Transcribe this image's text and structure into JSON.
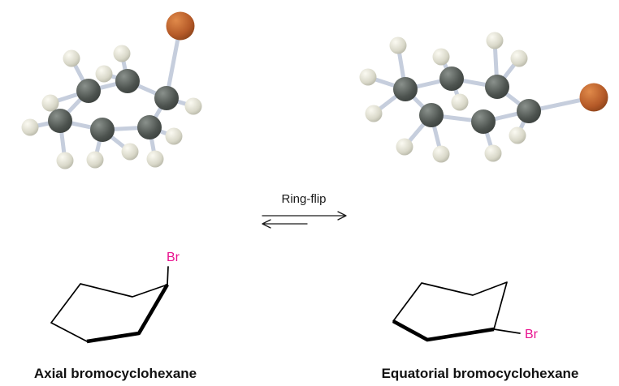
{
  "figure": {
    "ring_flip_label": "Ring-flip",
    "left_molecule": {
      "caption": "Axial bromocyclohexane",
      "substituent_label": "Br",
      "conformation": "axial"
    },
    "right_molecule": {
      "caption": "Equatorial bromocyclohexane",
      "substituent_label": "Br",
      "conformation": "equatorial"
    }
  },
  "colors": {
    "background": "#ffffff",
    "carbon_atom": "#4d534f",
    "hydrogen_atom": "#d9d8c9",
    "bromine_atom": "#b55a28",
    "bond": "#c6cedd",
    "br_label": "#e9128f",
    "structure_line": "#000000",
    "text": "#1a1a1a"
  }
}
